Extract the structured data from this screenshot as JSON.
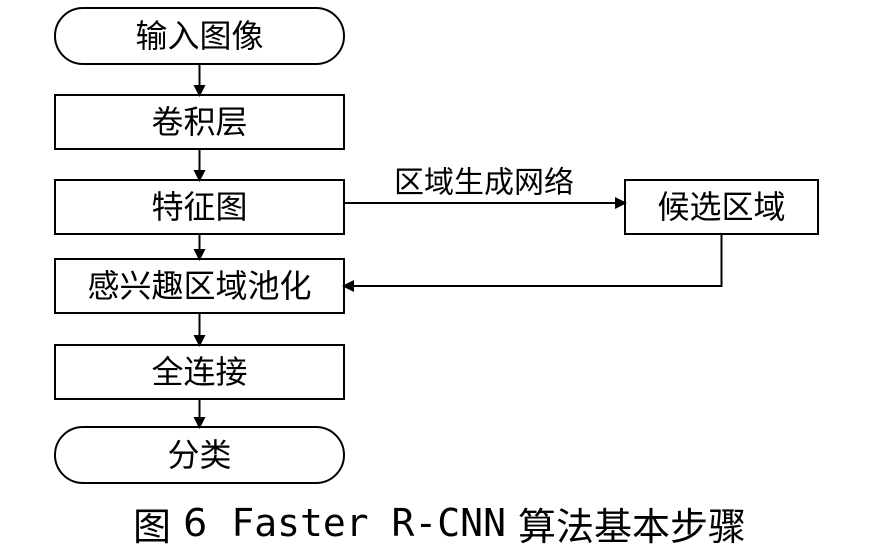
{
  "diagram": {
    "nodes": {
      "input": "输入图像",
      "conv": "卷积层",
      "feature": "特征图",
      "roi_pool": "感兴趣区域池化",
      "fc": "全连接",
      "classify": "分类",
      "proposals": "候选区域"
    },
    "edges": {
      "rpn_label": "区域生成网络"
    }
  },
  "caption": {
    "prefix": "图",
    "number": "6",
    "title_latin": "Faster R-CNN",
    "title_cjk": "算法基本步骤"
  }
}
